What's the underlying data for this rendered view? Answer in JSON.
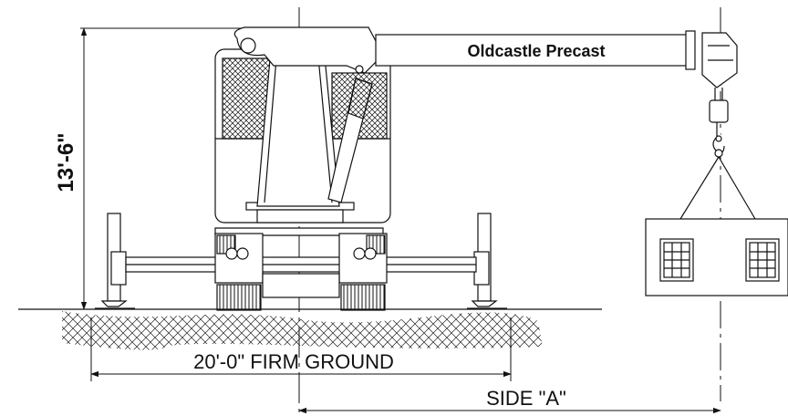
{
  "drawing": {
    "boom_label": "Oldcastle Precast",
    "height_dimension": "13'-6\"",
    "ground_dimension": "20'-0\" FIRM GROUND",
    "side_dimension": "SIDE \"A\""
  },
  "colors": {
    "line": "#111111",
    "background": "#ffffff"
  }
}
